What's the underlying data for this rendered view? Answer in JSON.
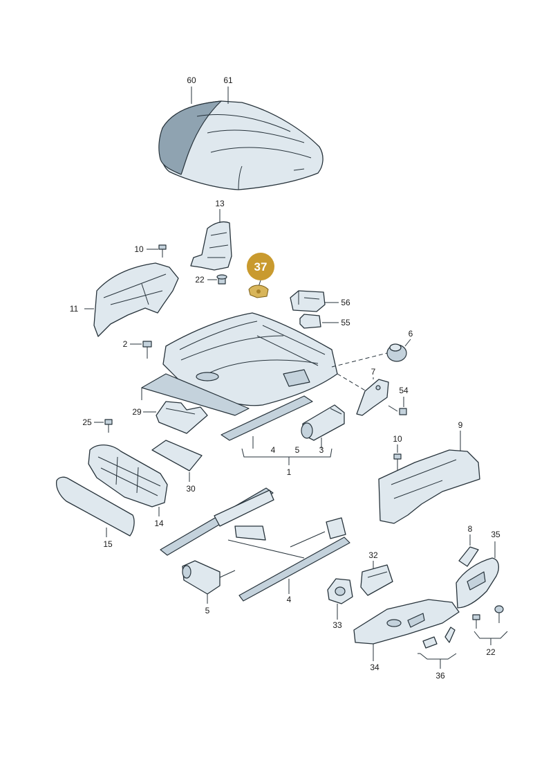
{
  "labels": {
    "l60": "60",
    "l61": "61",
    "l13": "13",
    "l10a": "10",
    "l22a": "22",
    "l37": "37",
    "l11": "11",
    "l56": "56",
    "l55": "55",
    "l2": "2",
    "l6": "6",
    "l7": "7",
    "l54": "54",
    "l29": "29",
    "l25": "25",
    "l4a": "4",
    "l5a": "5",
    "l3": "3",
    "l1": "1",
    "l10b": "10",
    "l9": "9",
    "l30": "30",
    "l14": "14",
    "l15": "15",
    "l8": "8",
    "l35": "35",
    "l32": "32",
    "l4b": "4",
    "l5b": "5",
    "l33": "33",
    "l22b": "22",
    "l34": "34",
    "l36": "36"
  },
  "colors": {
    "part_fill": "#dfe8ee",
    "outline": "#26323a",
    "highlight": "#c99a2e"
  }
}
